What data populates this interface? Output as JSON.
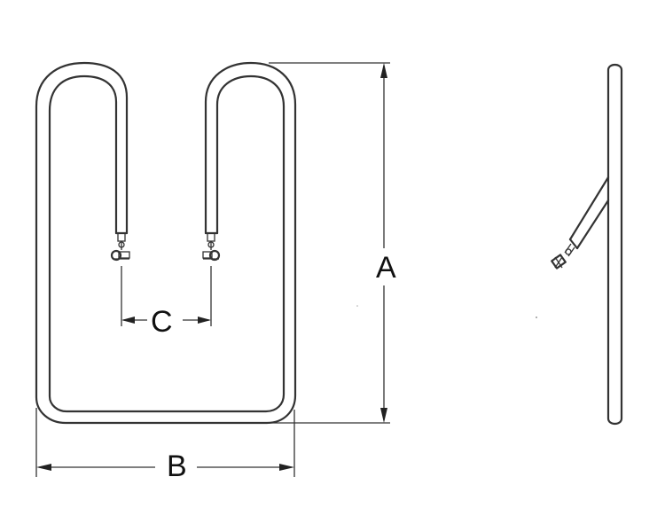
{
  "diagram": {
    "dimensions": {
      "a": {
        "label": "A"
      },
      "b": {
        "label": "B"
      },
      "c": {
        "label": "C"
      }
    },
    "colors": {
      "line": "#333333",
      "background": "#ffffff"
    }
  }
}
